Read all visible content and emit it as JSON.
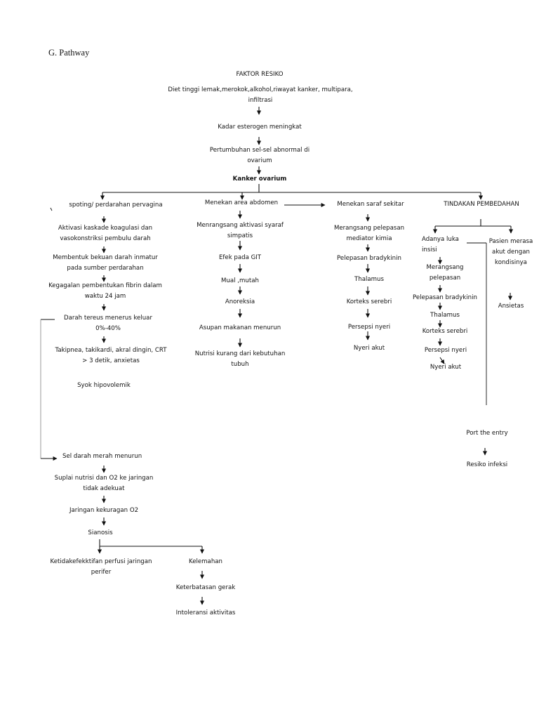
{
  "section_title": "G. Pathway",
  "nodes": {
    "faktor_resiko": "FAKTOR RESIKO",
    "diet": "Diet tinggi lemak,merokok,alkohol,riwayat kanker, multipara, infiltrasi",
    "kadar_esterogen": "Kadar esterogen meningkat",
    "pertumbuhan": "Pertumbuhan sel-sel abnormal di ovarium",
    "kanker_ovarium": "Kanker ovarium",
    "spoting": "spoting/ perdarahan pervagina",
    "aktivasi_kaskade": "Aktivasi kaskade koagulasi dan vasokonstriksi pembulu darah",
    "membentuk_bekuan": "Membentuk bekuan darah inmatur pada sumber perdarahan",
    "kegagalan_fibrin": "Kegagalan pembentukan fibrin dalam waktu 24 jam",
    "darah_keluar": "Darah tereus menerus keluar 0%-40%",
    "takipnea": "Takipnea, takikardi, akral dingin, CRT > 3 detik, anxietas",
    "syok": "Syok hipovolemik",
    "menekan_abdomen": "Menekan area abdomen",
    "menrangsang_syaraf": "Menrangsang aktivasi syaraf simpatis",
    "efek_git": "Efek pada GIT",
    "mual": "Mual ,mutah",
    "anoreksia": "Anoreksia",
    "asupan": "Asupan makanan menurun",
    "nutrisi": "Nutrisi kurang dari kebutuhan tubuh",
    "menekan_saraf": "Menekan saraf sekitar",
    "merangsang_mediator": "Merangsang pelepasan mediator kimia",
    "bradykinin_1": "Pelepasan bradykinin",
    "thalamus_1": "Thalamus",
    "korteks_1": "Korteks serebri",
    "persepsi_1": "Persepsi nyeri",
    "nyeri_1": "Nyeri akut",
    "tindakan": "TINDAKAN PEMBEDAHAN",
    "luka_insisi": "Adanya luka insisi",
    "merangsang_pelepasan": "Merangsang pelepasan",
    "bradykinin_2": "Pelepasan bradykinin",
    "thalamus_2": "Thalamus",
    "korteks_2": "Korteks serebri",
    "persepsi_2": "Persepsi nyeri",
    "nyeri_2": "Nyeri akut",
    "pasien_akut": "Pasien merasa akut dengan kondisinya",
    "ansietas": "Ansietas",
    "port_entry": "Port the entry",
    "resiko_infeksi": "Resiko infeksi",
    "sel_darah": "Sel darah merah menurun",
    "suplai_nutrisi": "Suplai nutrisi dan O2 ke jaringan tidak adekuat",
    "jaringan_o2": "Jaringan kekuragan O2",
    "sianosis": "Sianosis",
    "perfusi": "Ketidakefekktifan perfusi jaringan perifer",
    "kelemahan": "Kelemahan",
    "keterbatasan": "Keterbatasan gerak",
    "intoleransi": "Intoleransi aktivitas"
  }
}
